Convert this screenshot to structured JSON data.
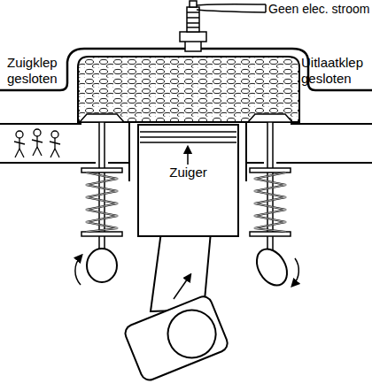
{
  "diagram": {
    "nodes": [
      {
        "text": [
          "Zuiger"
        ]
      }
    ],
    "labels": [
      "Geen elec. stroom",
      "Zuigklep gesloten",
      "Uitlaatklep gesloten"
    ]
  }
}
